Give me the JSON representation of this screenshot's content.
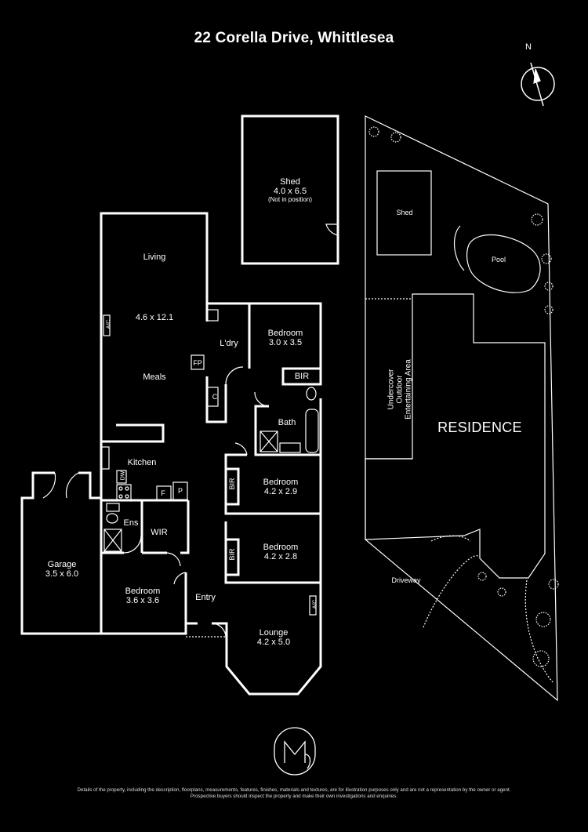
{
  "title": "22 Corella Drive, Whittlesea",
  "compass": {
    "label": "N",
    "icon": "north-arrow-icon"
  },
  "colors": {
    "background": "#000000",
    "lines": "#ffffff"
  },
  "rooms": {
    "shed": {
      "name": "Shed",
      "dim": "4.0 x 6.5",
      "note": "(Not in position)"
    },
    "living": {
      "name": "Living",
      "dim": "4.6 x 12.1"
    },
    "meals": {
      "name": "Meals"
    },
    "laundry": {
      "name": "L'dry"
    },
    "bedroom1": {
      "name": "Bedroom",
      "dim": "3.0 x 3.5"
    },
    "bir1": {
      "name": "BIR"
    },
    "bath": {
      "name": "Bath"
    },
    "kitchen": {
      "name": "Kitchen"
    },
    "bedroom2": {
      "name": "Bedroom",
      "dim": "4.2 x 2.9"
    },
    "bir2": {
      "name": "BIR"
    },
    "ensuite": {
      "name": "Ens"
    },
    "wir": {
      "name": "WIR"
    },
    "garage": {
      "name": "Garage",
      "dim": "3.5 x 6.0"
    },
    "bedroom3": {
      "name": "Bedroom",
      "dim": "4.2 x 2.8"
    },
    "bir3": {
      "name": "BIR"
    },
    "bedroom4": {
      "name": "Bedroom",
      "dim": "3.6 x 3.6"
    },
    "entry": {
      "name": "Entry"
    },
    "lounge": {
      "name": "Lounge",
      "dim": "4.2 x 5.0"
    }
  },
  "fixtures": {
    "ac1": "A/C",
    "ac2": "A/C",
    "fp": "FP",
    "c": "C",
    "dw": "DW",
    "f": "F",
    "p": "P"
  },
  "site": {
    "shed": "Shed",
    "pool": "Pool",
    "residence": "RESIDENCE",
    "outdoor": "Undercover Outdoor Entertaining Area",
    "driveway": "Driveway"
  },
  "logo": {
    "letters": "MG",
    "icon": "mg-monogram-icon"
  },
  "disclaimer": {
    "line1": "Details of the property, including the description, floorplans, measurements, features, finishes, materials and textures, are for illustration purposes only and are not a representation by the owner or agent.",
    "line2": "Prospective buyers should inspect the property and make their own investigations and enquiries."
  }
}
